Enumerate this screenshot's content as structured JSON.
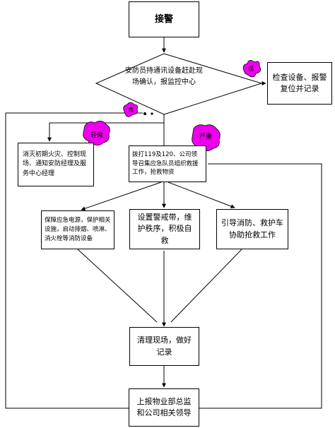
{
  "nodes": {
    "alarm": "接警",
    "decision": "安防员持通讯设备赶赴现场确认，报监控中心",
    "false_alarm_action": "检查设备、报警复位并记录",
    "minor_action": "消灭初期火灾、控制现场、通知安防经理及服务中心经理",
    "serious_action": "拨打119及120、公司领导召集应急队员组织救援工作，抢救物资",
    "power_action": "保障应急电源，保护相关设施，启动排烟、喷淋、消火栓等消防设备",
    "cordon_action": "设置警戒带，维护秩序，积极自救",
    "guide_action": "引导消防、救护车协助抢救工作",
    "cleanup_action": "清理现场，做好记录",
    "report_action": "上报物业部总监和公司相关领导"
  },
  "labels": {
    "false": "误",
    "real": "真",
    "minor": "轻微",
    "serious": "严重"
  },
  "colors": {
    "bubble": "#ee00ee",
    "line": "#000000"
  }
}
